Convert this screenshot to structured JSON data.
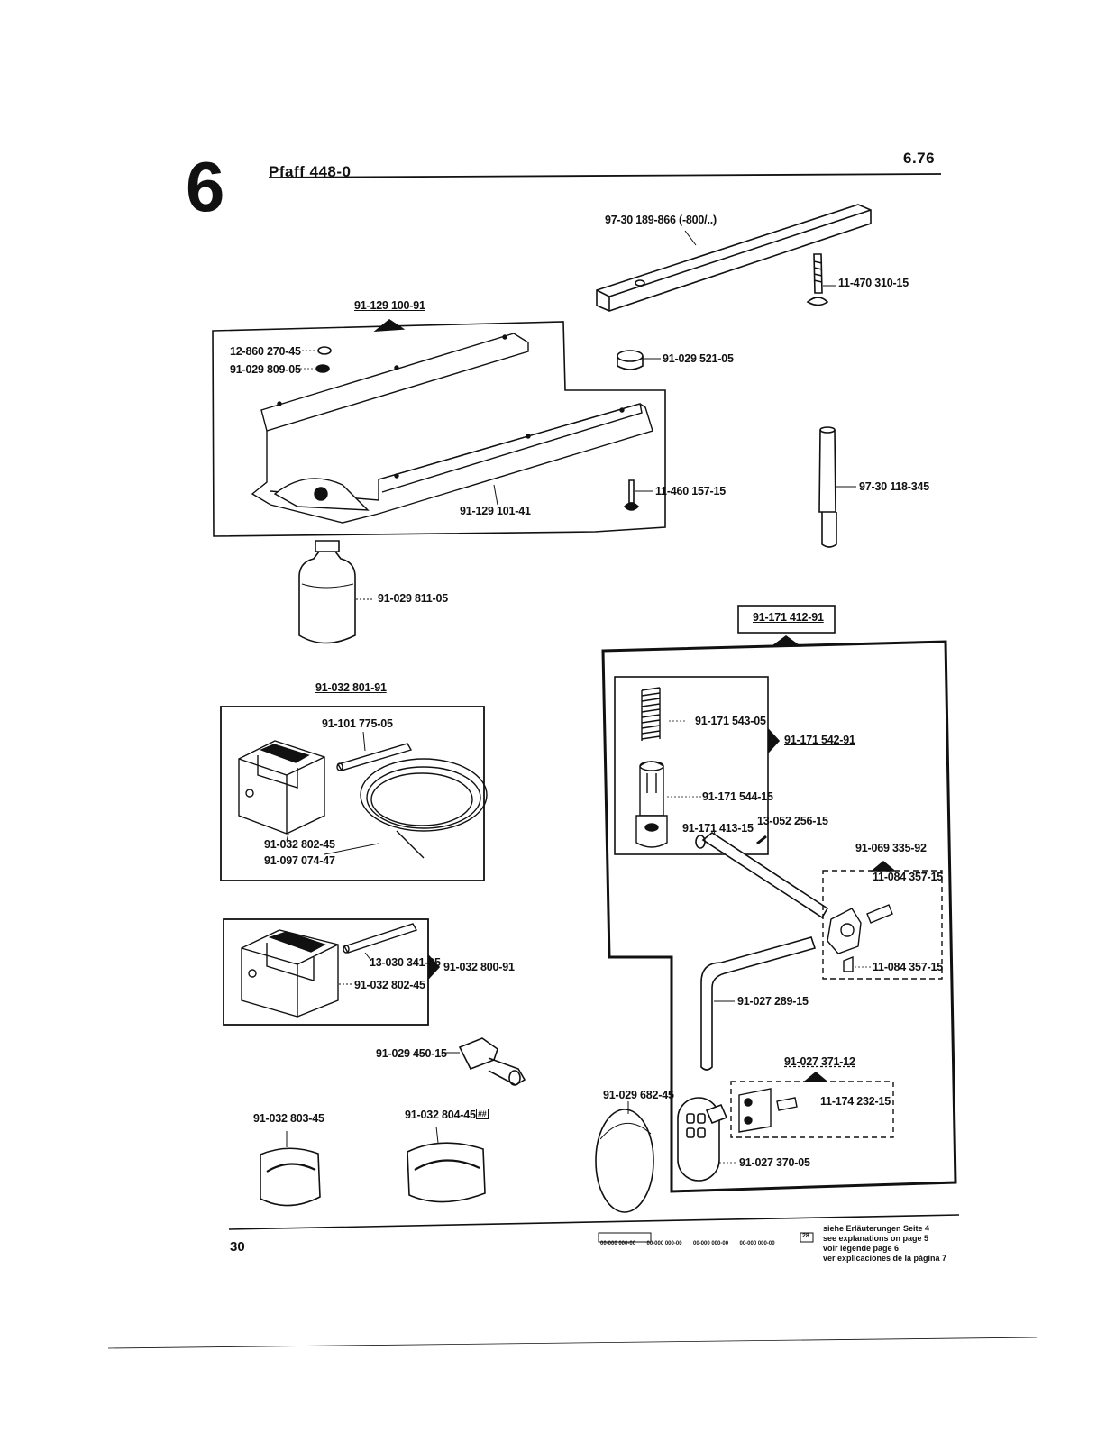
{
  "header": {
    "section_number": "6",
    "title": "Pfaff 448-0",
    "date": "6.76"
  },
  "parts": {
    "rail": "97-30 189-866 (-800/..)",
    "screw_top": "11-470 310-15",
    "oil_pan_set": "91-129 100-91",
    "ring": "12-860 270-45",
    "felt": "91-029 809-05",
    "oil_pan": "91-129 101-41",
    "cap": "91-029 521-05",
    "screw_small": "11-460 157-15",
    "pin_tall": "97-30 118-345",
    "bottle": "91-029 811-05",
    "kit1": "91-032 801-91",
    "kit1_rod": "91-101 775-05",
    "kit1_block": "91-032 802-45",
    "kit1_wire": "91-097 074-47",
    "kit2_rod": "13-030 341-05",
    "kit2_block": "91-032 802-45",
    "kit2": "91-032 800-91",
    "clip": "91-029 450-15",
    "pad1": "91-032 803-45",
    "pad2": "91-032 804-45",
    "pad2_mark": "##",
    "main_assembly": "91-171 412-91",
    "spring": "91-171 543-05",
    "sub_assembly": "91-171 542-91",
    "sleeve": "91-171 544-15",
    "shaft": "91-171 413-15",
    "pin_small": "13-052 256-15",
    "collar_set": "91-069 335-92",
    "collar_screw1": "11-084 357-15",
    "collar_screw2": "11-084 357-15",
    "lever": "91-027 289-15",
    "bracket_set": "91-027 371-12",
    "bracket_screw": "11-174 232-15",
    "knee_pad": "91-029 682-45",
    "plate": "91-027 370-05"
  },
  "footer": {
    "page_number": "30",
    "ref_boxed": "00-000 000-00",
    "ref_2": "00-000 000-00",
    "ref_3": "00-000 000-00",
    "ref_4": "00-000 000-00",
    "ref_mark": "28",
    "legend_de": "siehe Erläuterungen Seite 4",
    "legend_en": "see explanations on page 5",
    "legend_fr": "voir légende page 6",
    "legend_es": "ver explicaciones de la página 7"
  }
}
